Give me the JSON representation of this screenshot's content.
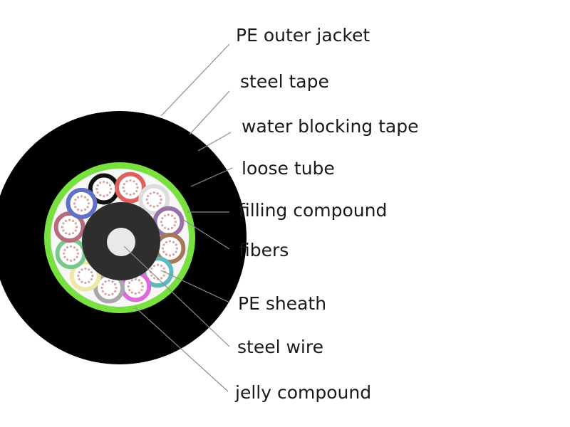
{
  "colors": {
    "outer_jacket": "#000000",
    "steel_tape": "#78e040",
    "filler": "#f7f7f7",
    "core_sheath": "#2e2e2e",
    "steel_wire": "#e9e9e9",
    "fiber_dots": "#d9a4a4",
    "leader_line": "#8c8c8c",
    "label_text": "#1a1a1a"
  },
  "loose_tubes": [
    {
      "name": "black-tube",
      "color": "#111111"
    },
    {
      "name": "red-tube",
      "color": "#e06060"
    },
    {
      "name": "white-tube",
      "color": "#dddddd"
    },
    {
      "name": "purple-tube",
      "color": "#9a70a8"
    },
    {
      "name": "brown-tube",
      "color": "#a5785a"
    },
    {
      "name": "aqua-tube",
      "color": "#5fb8bc"
    },
    {
      "name": "pink-tube",
      "color": "#dd6cdb"
    },
    {
      "name": "gray-tube",
      "color": "#a8a8a8"
    },
    {
      "name": "yellow-tube",
      "color": "#f0e6a6"
    },
    {
      "name": "green-tube",
      "color": "#78c88c"
    },
    {
      "name": "rose-tube",
      "color": "#b86b7c"
    },
    {
      "name": "blue-tube",
      "color": "#6070c8"
    }
  ],
  "labels": {
    "pe_outer_jacket": "PE outer jacket",
    "steel_tape": "steel tape",
    "water_blocking_tape": "water blocking tape",
    "loose_tube": "loose tube",
    "filling_compound": "filling compound",
    "fibers": "fibers",
    "pe_sheath": "PE sheath",
    "steel_wire": "steel wire",
    "jelly_compound": "jelly compound"
  }
}
